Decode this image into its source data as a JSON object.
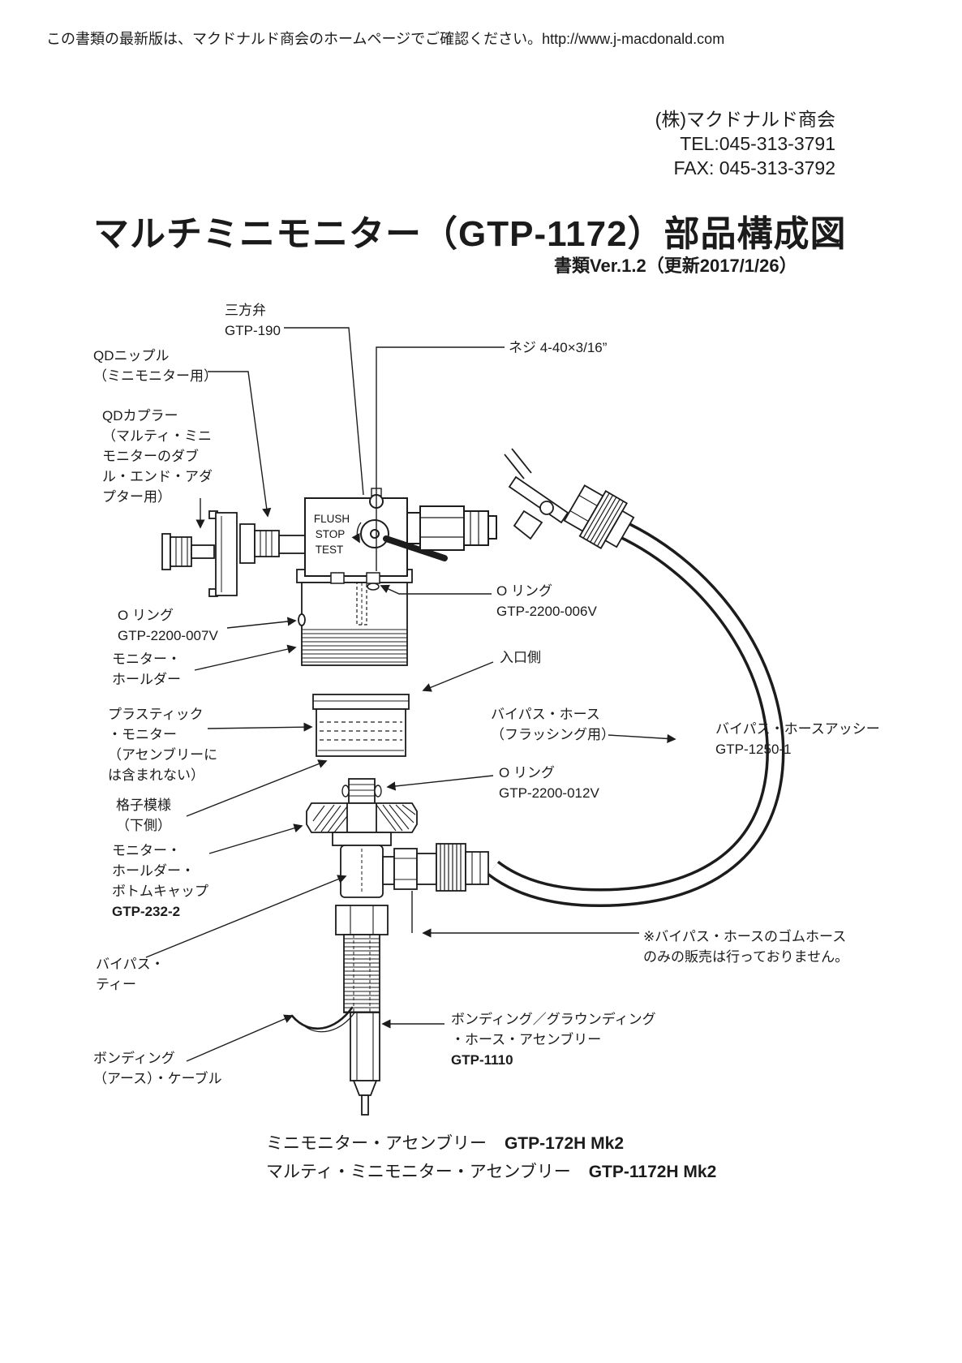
{
  "header": {
    "notice": "この書類の最新版は、マクドナルド商会のホームページでご確認ください。http://www.j-macdonald.com"
  },
  "company": {
    "name": "(株)マクドナルド商会",
    "tel": "TEL:045-313-3791",
    "fax": "FAX:  045-313-3792"
  },
  "title": "マルチミニモニター（GTP-1172）部品構成図",
  "version": "書類Ver.1.2（更新2017/1/26）",
  "diagram": {
    "valve_lines": [
      "FLUSH",
      "STOP",
      "TEST"
    ]
  },
  "labels": {
    "three_way_valve": {
      "text": "三方弁\nGTP-190"
    },
    "screw": {
      "text": "ネジ 4-40×3/16”"
    },
    "qd_nipple": {
      "text": "QDニップル\n（ミニモニター用）"
    },
    "qd_coupler": {
      "text": "QDカプラー\n（マルティ・ミニ\nモニターのダブ\nル・エンド・アダ\nプター用）"
    },
    "oring_006": {
      "text": "O リング\nGTP-2200-006V"
    },
    "oring_007": {
      "text": "O リング\nGTP-2200-007V"
    },
    "monitor_holder": {
      "text": "モニター・\nホールダー"
    },
    "inlet_side": {
      "text": "入口側"
    },
    "plastic_monitor": {
      "text": "プラスティック\n・モニター\n（アセンブリーに\nは含まれない）"
    },
    "bypass_hose": {
      "text": "バイパス・ホース\n（フラッシング用）"
    },
    "hose_assy": {
      "text": "バイパス・ホースアッシー\nGTP-1250-1"
    },
    "oring_012": {
      "text": "O リング\nGTP-2200-012V"
    },
    "lattice": {
      "text": "格子模様\n（下側）"
    },
    "bottom_cap": {
      "text": "モニター・\nホールダー・\nボトムキャップ",
      "part": "GTP-232-2"
    },
    "bypass_tee": {
      "text": "バイパス・\nティー"
    },
    "note": {
      "text": "※バイパス・ホースのゴムホース\nのみの販売は行っておりません。"
    },
    "bonding_hose": {
      "text": "ボンディング／グラウンディング\n・ホース・アセンブリー",
      "part": "GTP-1110"
    },
    "bonding_cable": {
      "text": "ボンディング\n（アース）・ケーブル"
    }
  },
  "footer": {
    "line1_label": "ミニモニター・アセンブリー",
    "line1_part": "GTP-172H  Mk2",
    "line2_label": "マルティ・ミニモニター・アセンブリー",
    "line2_part": "GTP-1172H  Mk2"
  }
}
